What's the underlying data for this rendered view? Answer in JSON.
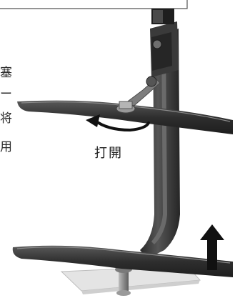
{
  "margin_text": [
    "塞",
    "ー",
    "将",
    "用"
  ],
  "callout": "打開",
  "colors": {
    "bar": "#3c3c3c",
    "bar_highlight": "#8a8a8a",
    "base_plate": "#e3e3e3",
    "arrow": "#111111"
  },
  "icons": {
    "rotation": "curved-rotation-arrow",
    "direction": "up-arrow"
  }
}
